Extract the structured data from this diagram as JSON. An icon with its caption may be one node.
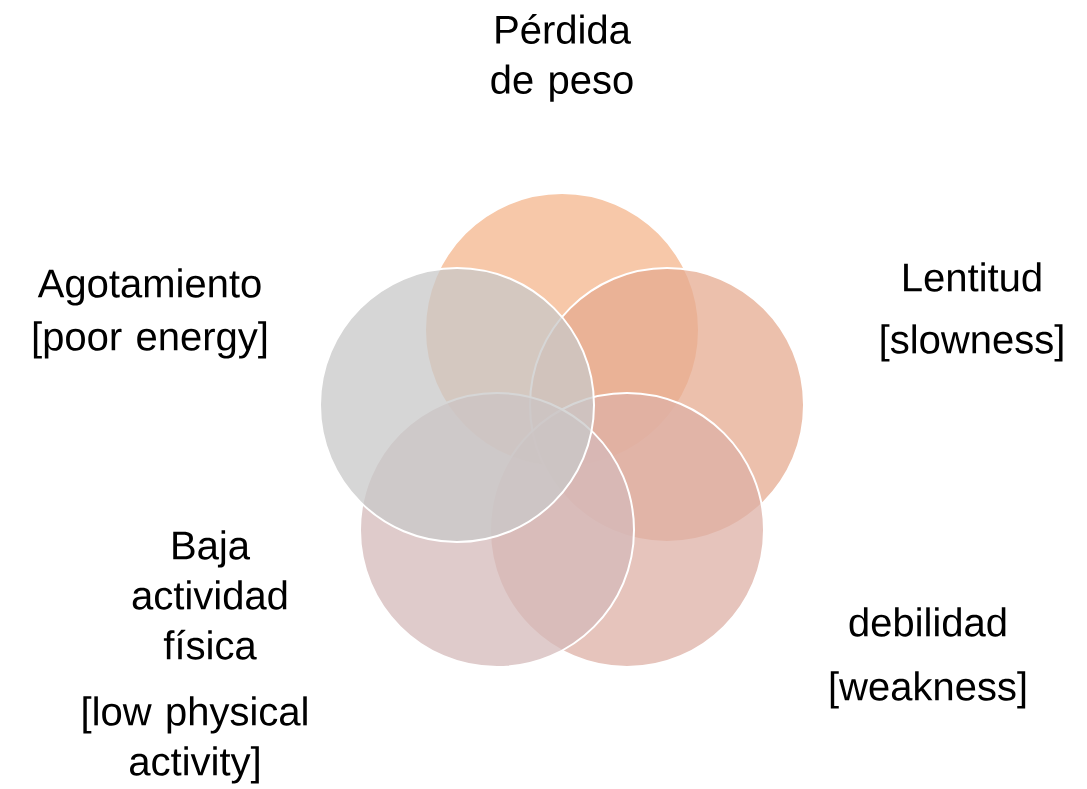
{
  "diagram": {
    "nodes": [
      {
        "text": [
          "Pérdida de peso"
        ]
      },
      {
        "text": [
          "Lentitud",
          "[slowness]"
        ]
      },
      {
        "text": [
          "debilidad",
          "[weakness]"
        ]
      },
      {
        "text": [
          "Baja actividad física",
          "[low physical activity]"
        ]
      },
      {
        "text": [
          "Agotamiento",
          "[poor energy]"
        ]
      }
    ]
  }
}
